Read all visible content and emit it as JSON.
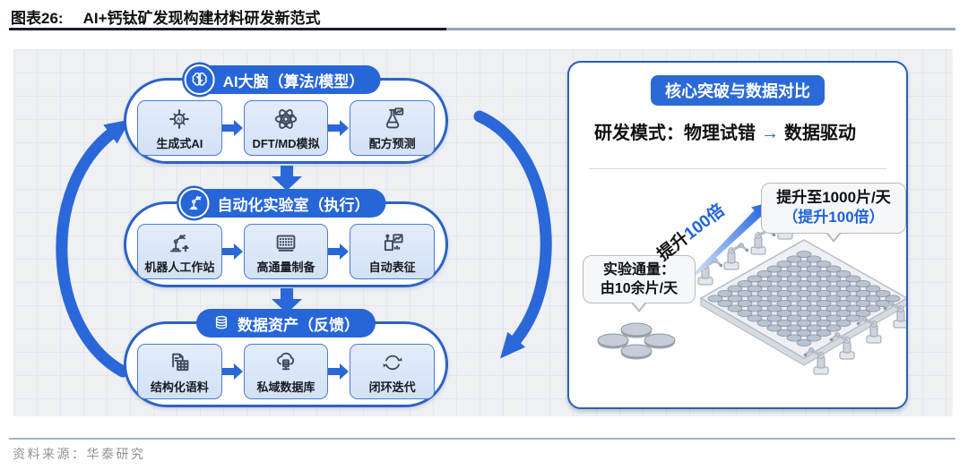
{
  "header": {
    "label": "图表26:",
    "title": "AI+钙钛矿发现构建材料研发新范式"
  },
  "flow": {
    "stages": [
      {
        "header": "AI大脑（算法/模型）",
        "icon": "brain-icon",
        "items": [
          {
            "label": "生成式AI",
            "icon": "ai-network-icon"
          },
          {
            "label": "DFT/MD模拟",
            "icon": "atom-icon"
          },
          {
            "label": "配方预测",
            "icon": "flask-chart-icon"
          }
        ]
      },
      {
        "header": "自动化实验室（执行）",
        "icon": "robot-arm-icon",
        "items": [
          {
            "label": "机器人工作站",
            "icon": "robot-workstation-icon"
          },
          {
            "label": "高通量制备",
            "icon": "well-plate-icon"
          },
          {
            "label": "自动表征",
            "icon": "instrument-chart-icon"
          }
        ]
      },
      {
        "header": "数据资产（反馈）",
        "icon": "database-icon",
        "items": [
          {
            "label": "结构化语料",
            "icon": "document-table-icon"
          },
          {
            "label": "私域数据库",
            "icon": "cloud-database-icon"
          },
          {
            "label": "闭环迭代",
            "icon": "loop-arrows-icon"
          }
        ]
      }
    ]
  },
  "comparison": {
    "title": "核心突破与数据对比",
    "mode_label": "研发模式：",
    "mode_from": "物理试错",
    "mode_arrow": "→",
    "mode_to": "数据驱动",
    "gain_prefix": "提升",
    "gain_value": "100倍",
    "after_line1": "提升至1000片/天",
    "after_line2": "（提升100倍）",
    "before_line1": "实验通量：",
    "before_line2": "由10余片/天"
  },
  "footer": {
    "source": "资料来源：华泰研究"
  },
  "colors": {
    "primary_blue": "#2766d8",
    "gain_blue": "#1e63d9",
    "panel_bg": "#eef0f3",
    "box_fill": "#d9e5f8",
    "illustration_gray": "#b9c3d1"
  }
}
